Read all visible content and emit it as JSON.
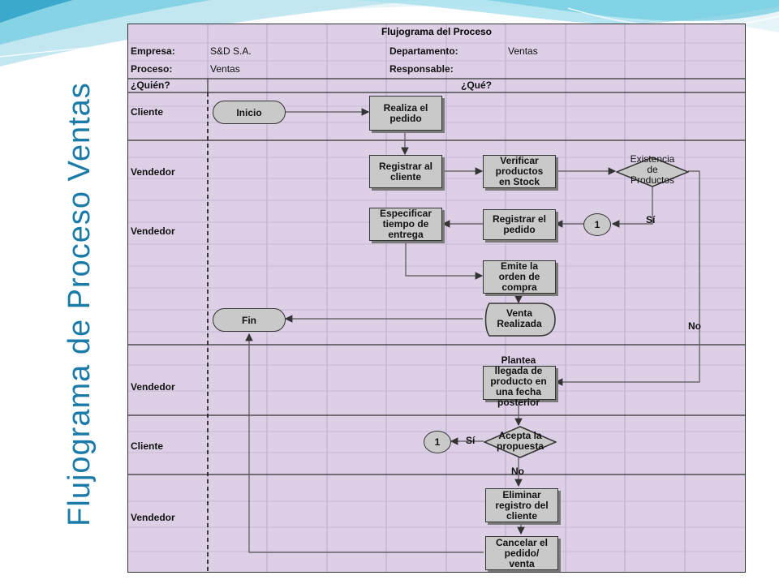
{
  "slide_title": "Flujograma de Proceso Ventas",
  "table": {
    "title": "Flujograma del Proceso",
    "empresa_label": "Empresa:",
    "empresa_value": "S&D S.A.",
    "departamento_label": "Departamento:",
    "departamento_value": "Ventas",
    "proceso_label": "Proceso:",
    "proceso_value": "Ventas",
    "responsable_label": "Responsable:",
    "quien_label": "¿Quién?",
    "que_label": "¿Qué?"
  },
  "lanes": [
    "Cliente",
    "Vendedor",
    "Vendedor",
    "Vendedor",
    "Cliente",
    "Vendedor"
  ],
  "nodes": {
    "inicio": "Inicio",
    "realiza_pedido": "Realiza el\npedido",
    "registrar_cliente": "Registrar al\ncliente",
    "verificar_stock": "Verificar\nproductos\nen Stock",
    "existencia": "Existencia\nde\nProductos",
    "registrar_pedido": "Registrar el\npedido",
    "especificar_tiempo": "Especificar\ntiempo de\nentrega",
    "emite_orden": "Emite la\norden de\ncompra",
    "venta_realizada": "Venta\nRealizada",
    "fin": "Fin",
    "plantea_llegada": "Plantea\nllegada de\nproducto en\nuna fecha\nposterior",
    "acepta_propuesta": "Acepta la\npropuesta",
    "eliminar_registro": "Eliminar\nregistro del\ncliente",
    "cancelar_pedido": "Cancelar el\npedido/\nventa",
    "connector_1": "1",
    "connector_1b": "1"
  },
  "edge_labels": {
    "si_existencia": "Sí",
    "no_existencia": "No",
    "si_acepta": "Sí",
    "no_acepta": "No"
  }
}
